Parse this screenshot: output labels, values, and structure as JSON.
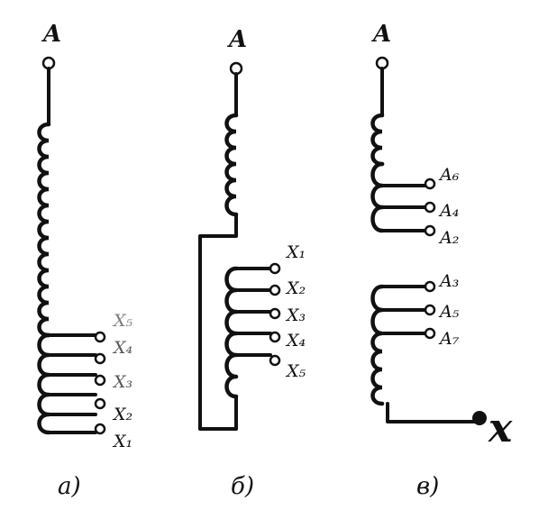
{
  "diagrams": [
    {
      "id": "a",
      "top_label": "A",
      "caption": "а)",
      "taps": [
        "X₅",
        "X₄",
        "X₃",
        "X₂",
        "X₁"
      ]
    },
    {
      "id": "b",
      "top_label": "A",
      "caption": "б)",
      "taps": [
        "X₁",
        "X₂",
        "X₃",
        "X₄",
        "X₅"
      ]
    },
    {
      "id": "v",
      "top_label": "A",
      "caption": "в)",
      "taps_upper": [
        "A₆",
        "A₄",
        "A₂"
      ],
      "taps_lower": [
        "A₃",
        "A₅",
        "A₇"
      ],
      "end_label": "x"
    }
  ]
}
